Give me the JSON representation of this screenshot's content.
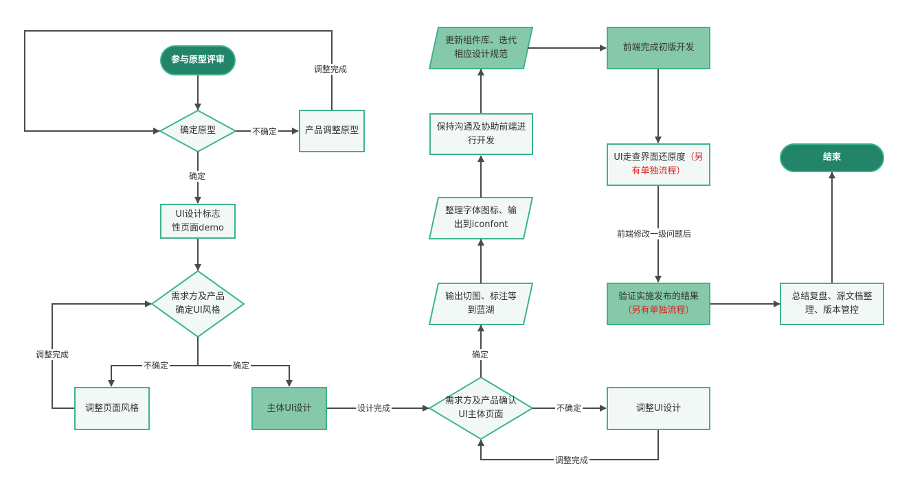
{
  "nodes": {
    "start": "参与原型评审",
    "confirm_proto": "确定原型",
    "adjust_proto": "产品调整原型",
    "ui_demo": "UI设计标志性页面demo",
    "confirm_style": "需求方及产品确定UI风格",
    "adjust_style": "调整页面风格",
    "main_ui": "主体UI设计",
    "confirm_main": "需求方及产品确认UI主体页面",
    "adjust_ui": "调整UI设计",
    "export_cut": "输出切图、标注等到蓝湖",
    "font_icon": "整理字体图标、输出到iconfont",
    "assist_dev": "保持沟通及协助前端进行开发",
    "update_lib": "更新组件库、迭代相应设计规范",
    "frontend_dev": "前端完成初版开发",
    "ui_check": "UI走查界面还原度",
    "ui_check_note": "（另有单独流程）",
    "verify": "验证实施发布的结果",
    "verify_note": "（另有单独流程）",
    "summary": "总结复盘、源文档整理、版本管控",
    "end": "结束"
  },
  "labels": {
    "not_sure_1": "不确定",
    "adjusted_1": "调整完成",
    "confirm_1": "确定",
    "adjusted_2": "调整完成",
    "not_sure_2": "不确定",
    "confirm_2": "确定",
    "design_done": "设计完成",
    "confirm_3": "确定",
    "not_sure_3": "不确定",
    "adjusted_3": "调整完成",
    "after_fix": "前端修改一级问题后"
  },
  "colors": {
    "stroke": "#3cb48b",
    "fill_light": "#f2f8f6",
    "fill_dark": "#85c8aa",
    "terminal": "#22856a",
    "line": "#4a4a4a",
    "note": "#e02020"
  }
}
